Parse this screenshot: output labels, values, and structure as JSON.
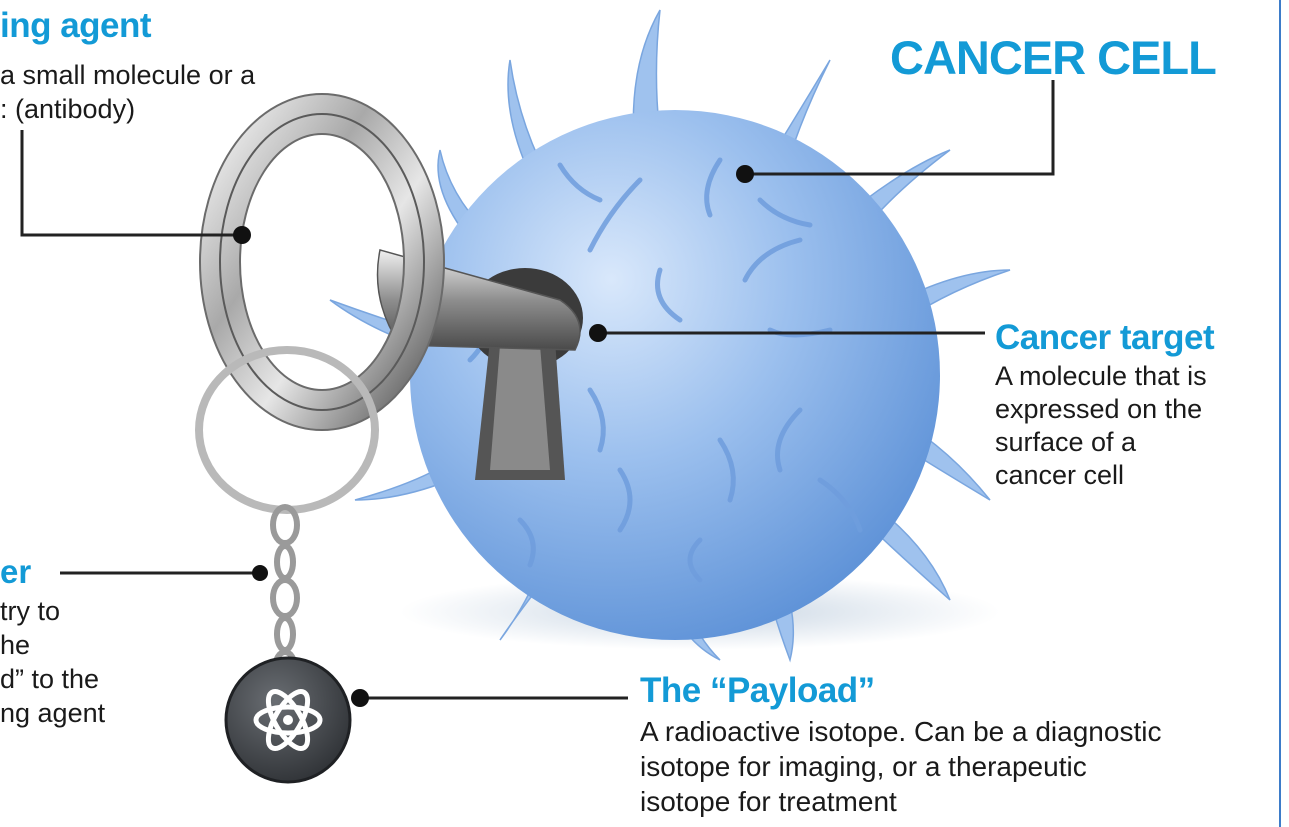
{
  "labels": {
    "targeting_heading": "ing agent",
    "targeting_desc": "a small molecule or a\n: (antibody)",
    "cell_heading": "CANCER CELL",
    "target_heading": "Cancer target",
    "target_desc": "A molecule that is\nexpressed on the\nsurface of a\ncancer cell",
    "linker_heading": "er",
    "linker_desc": "try to\nhe\nd” to the\nng agent",
    "payload_heading": "The “Payload”",
    "payload_desc": "A radioactive isotope. Can be a diagnostic\nisotope for imaging, or a therapeutic\nisotope for treatment"
  },
  "icons": {
    "payload_tag": "atom-icon",
    "key": "key-icon",
    "keyhole": "keyhole-icon"
  },
  "colors": {
    "heading_blue": "#139ad6",
    "cell_blue": "#8db8ec",
    "leader_line": "#222222",
    "frame_line": "#3d7cc9"
  }
}
